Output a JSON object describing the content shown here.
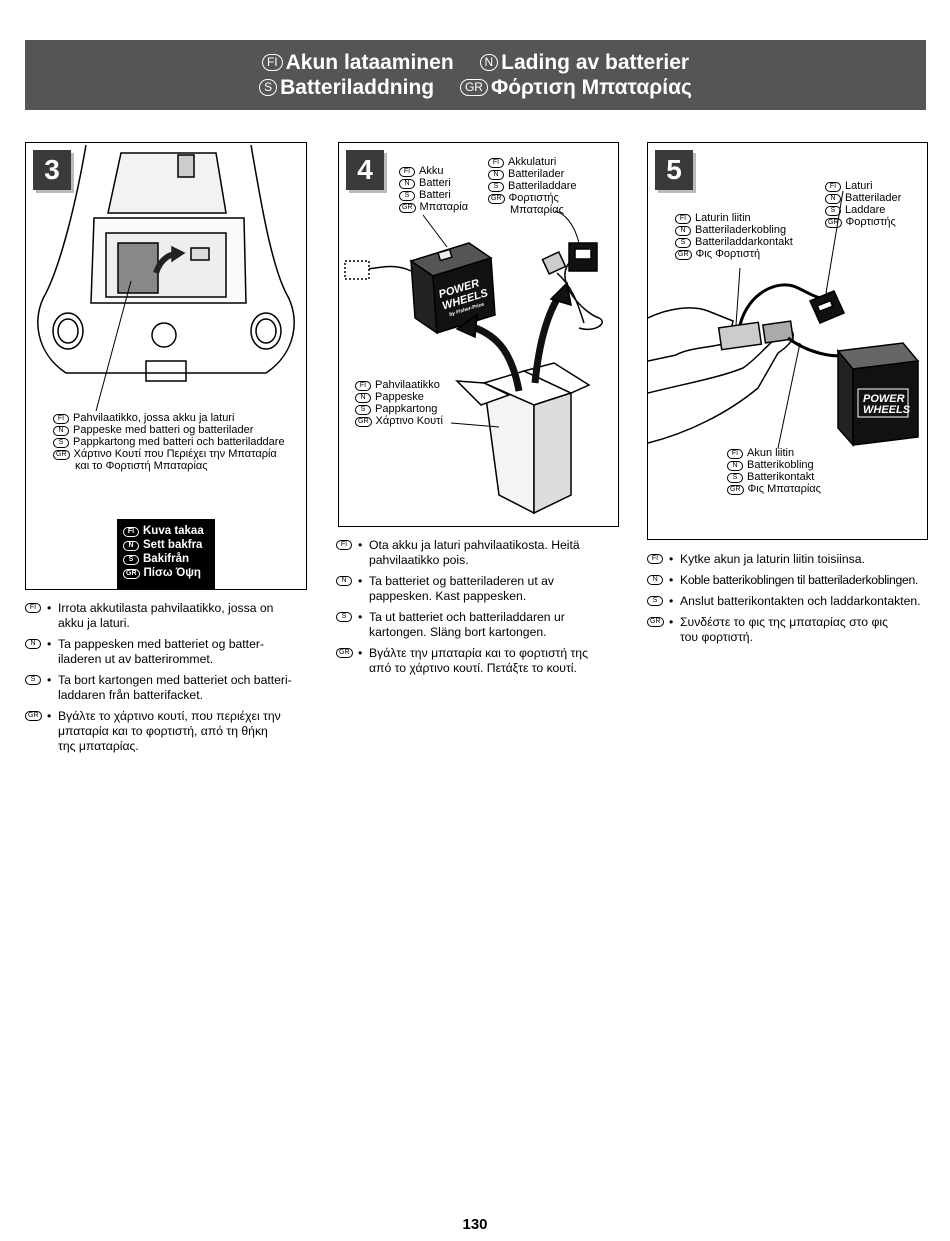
{
  "header": {
    "fi_title": "Akun lataaminen",
    "n_title": "Lading av batterier",
    "s_title": "Batteriladdning",
    "gr_title": "Φόρτιση Μπαταρίας"
  },
  "lang": {
    "fi": "FI",
    "n": "N",
    "s": "S",
    "gr": "GR"
  },
  "step3": {
    "number": "3",
    "callout": {
      "fi": "Pahvilaatikko, jossa akku ja laturi",
      "n": "Pappeske med batteri og batterilader",
      "s": "Pappkartong med batteri och batteriladdare",
      "gr": "Χάρτινο Κουτί που Περιέχει την Μπαταρία",
      "gr_cont": "και το Φορτιστή Μπαταρίας"
    },
    "rear_view": {
      "fi": "Kuva takaa",
      "n": "Sett bakfra",
      "s": "Bakifrån",
      "gr": "Πίσω Όψη"
    },
    "instructions": {
      "fi": [
        "Irrota akkutilasta pahvilaatikko, jossa on",
        "akku ja laturi."
      ],
      "n": [
        "Ta pappesken med batteriet og batter-",
        "iladeren ut av batterirommet."
      ],
      "s": [
        "Ta bort kartongen med batteriet och batteri-",
        "laddaren från batterifacket."
      ],
      "gr": [
        "Βγάλτε το χάρτινο κουτί, που περιέχει την",
        "μπαταρία και το φορτιστή, από τη θήκη",
        "της μπαταρίας."
      ]
    }
  },
  "step4": {
    "number": "4",
    "battery_label": {
      "fi": "Akku",
      "n": "Batteri",
      "s": "Batteri",
      "gr": "Μπαταρία"
    },
    "charger_label": {
      "fi": "Akkulaturi",
      "n": "Batterilader",
      "s": "Batteriladdare",
      "gr": "Φορτιστής",
      "gr_cont": "Μπαταρίας"
    },
    "box_label": {
      "fi": "Pahvilaatikko",
      "n": "Pappeske",
      "s": "Pappkartong",
      "gr": "Χάρτινο Κουτί"
    },
    "battery_brand": [
      "POWER",
      "WHEELS",
      "by Fisher-Price"
    ],
    "instructions": {
      "fi": [
        "Ota akku ja laturi pahvilaatikosta. Heitä",
        "pahvilaatikko pois."
      ],
      "n": [
        "Ta batteriet og batteriladeren ut av",
        "pappesken. Kast pappesken."
      ],
      "s": [
        "Ta ut batteriet och batteriladdaren ur",
        "kartongen. Släng bort kartongen."
      ],
      "gr": [
        "Βγάλτε την μπαταρία και το φορτιστή της",
        "από το χάρτινο κουτί. Πετάξτε το κουτί."
      ]
    }
  },
  "step5": {
    "number": "5",
    "charger_label": {
      "fi": "Laturi",
      "n": "Batterilader",
      "s": "Laddare",
      "gr": "Φορτιστής"
    },
    "charger_plug_label": {
      "fi": "Laturin liitin",
      "n": "Batteriladerkobling",
      "s": "Batteriladdarkontakt",
      "gr": "Φις Φορτιστή"
    },
    "battery_plug_label": {
      "fi": "Akun liitin",
      "n": "Batterikobling",
      "s": "Batterikontakt",
      "gr": "Φις Μπαταρίας"
    },
    "battery_brand": [
      "POWER",
      "WHEELS"
    ],
    "instructions": {
      "fi": [
        "Kytke akun ja laturin liitin toisiinsa."
      ],
      "n": [
        "Koble batterikoblingen til batteriladerkoblingen."
      ],
      "s": [
        "Anslut batterikontakten och laddarkontakten."
      ],
      "gr": [
        "Συνδέστε το φις της μπαταρίας στο φις",
        "του φορτιστή."
      ]
    }
  },
  "page_number": "130"
}
